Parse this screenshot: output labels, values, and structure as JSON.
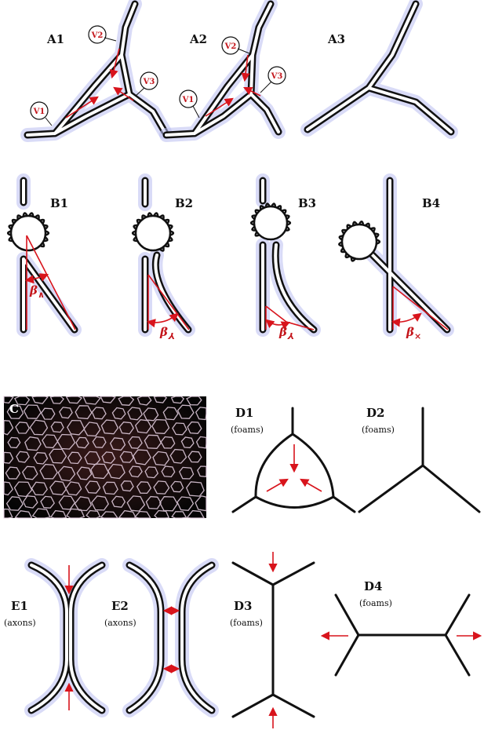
{
  "panels": {
    "A1": "A1",
    "A2": "A2",
    "A3": "A3",
    "B1": "B1",
    "B2": "B2",
    "B3": "B3",
    "B4": "B4",
    "C": "C",
    "D1": "D1",
    "D2": "D2",
    "D3": "D3",
    "D4": "D4",
    "E1": "E1",
    "E2": "E2"
  },
  "subtitles": {
    "foams": "(foams)",
    "axons": "(axons)"
  },
  "vertices": {
    "v1": "V1",
    "v2": "V2",
    "v3": "V3"
  },
  "angles": {
    "b1": "β",
    "b1_sub": "∧",
    "b2": "β",
    "b2_sub": "⅄",
    "b3": "β",
    "b3_sub": "⅄",
    "b4": "β",
    "b4_sub": "×"
  },
  "colors": {
    "axon_stroke": "#111111",
    "glow": "#b9bdf0",
    "arrow_red": "#d8141c",
    "photo_bg": "#0a0a0a"
  },
  "icons": {
    "arrow": "red-arrow",
    "vertex_marker": "circle-marker"
  }
}
